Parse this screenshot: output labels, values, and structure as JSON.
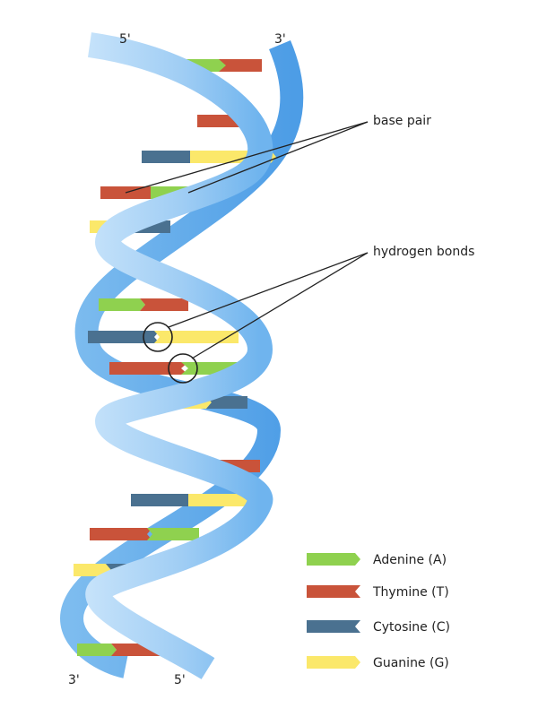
{
  "ends": {
    "top_left": "5'",
    "top_right": "3'",
    "bottom_left": "3'",
    "bottom_right": "5'"
  },
  "callouts": {
    "base_pair": "base pair",
    "hydrogen_bonds": "hydrogen bonds"
  },
  "legend": [
    {
      "label": "Adenine (A)",
      "color": "#8fd14f",
      "shape": "arrow"
    },
    {
      "label": "Thymine (T)",
      "color": "#c9533a",
      "shape": "notch"
    },
    {
      "label": "Cytosine (C)",
      "color": "#4a7190",
      "shape": "notch"
    },
    {
      "label": "Guanine (G)",
      "color": "#fbe86a",
      "shape": "arrow"
    }
  ],
  "colors": {
    "strand_light": "#a9d3f5",
    "strand_dark": "#5ea9ea",
    "adenine": "#8fd14f",
    "thymine": "#c9533a",
    "cytosine": "#4a7190",
    "guanine": "#fbe86a"
  }
}
